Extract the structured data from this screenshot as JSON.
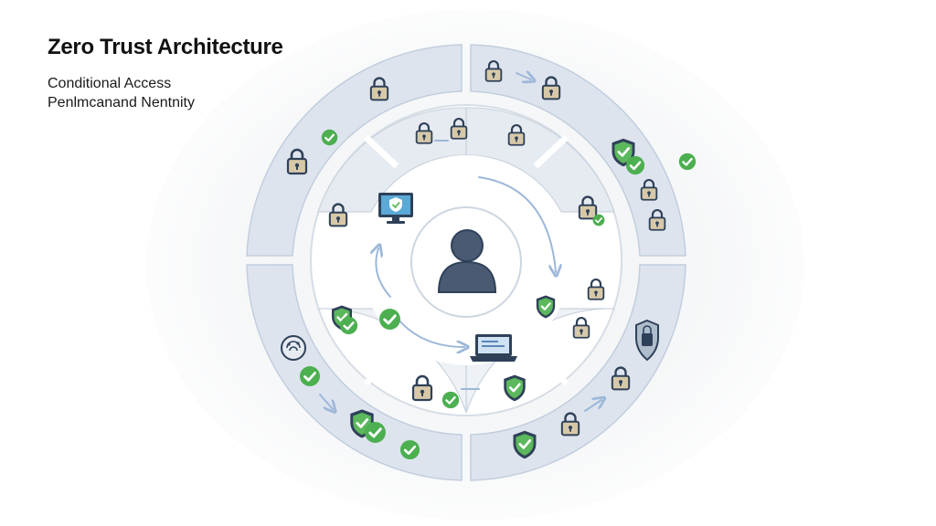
{
  "header": {
    "title": "Zero Trust Architecture",
    "line1": "Conditional Access",
    "line2": "Penlmcanand Nentnity"
  },
  "colors": {
    "ring_fill": "#dde4ee",
    "ring_stroke": "#c2cedd",
    "navy": "#2f4159",
    "user_fill": "#4a5a72",
    "lock_body": "#d7c9a8",
    "shield_green": "#5cb85c",
    "check_green": "#4caf50",
    "arrow_blue": "#9db8d9"
  },
  "icons": {
    "center": "user-icon",
    "monitor": "monitor-shield-icon",
    "laptop": "laptop-icon",
    "lock": "padlock-icon",
    "shield": "shield-check-icon",
    "check": "check-badge-icon",
    "fingerprint": "fingerprint-icon",
    "chip": "security-chip-icon"
  }
}
